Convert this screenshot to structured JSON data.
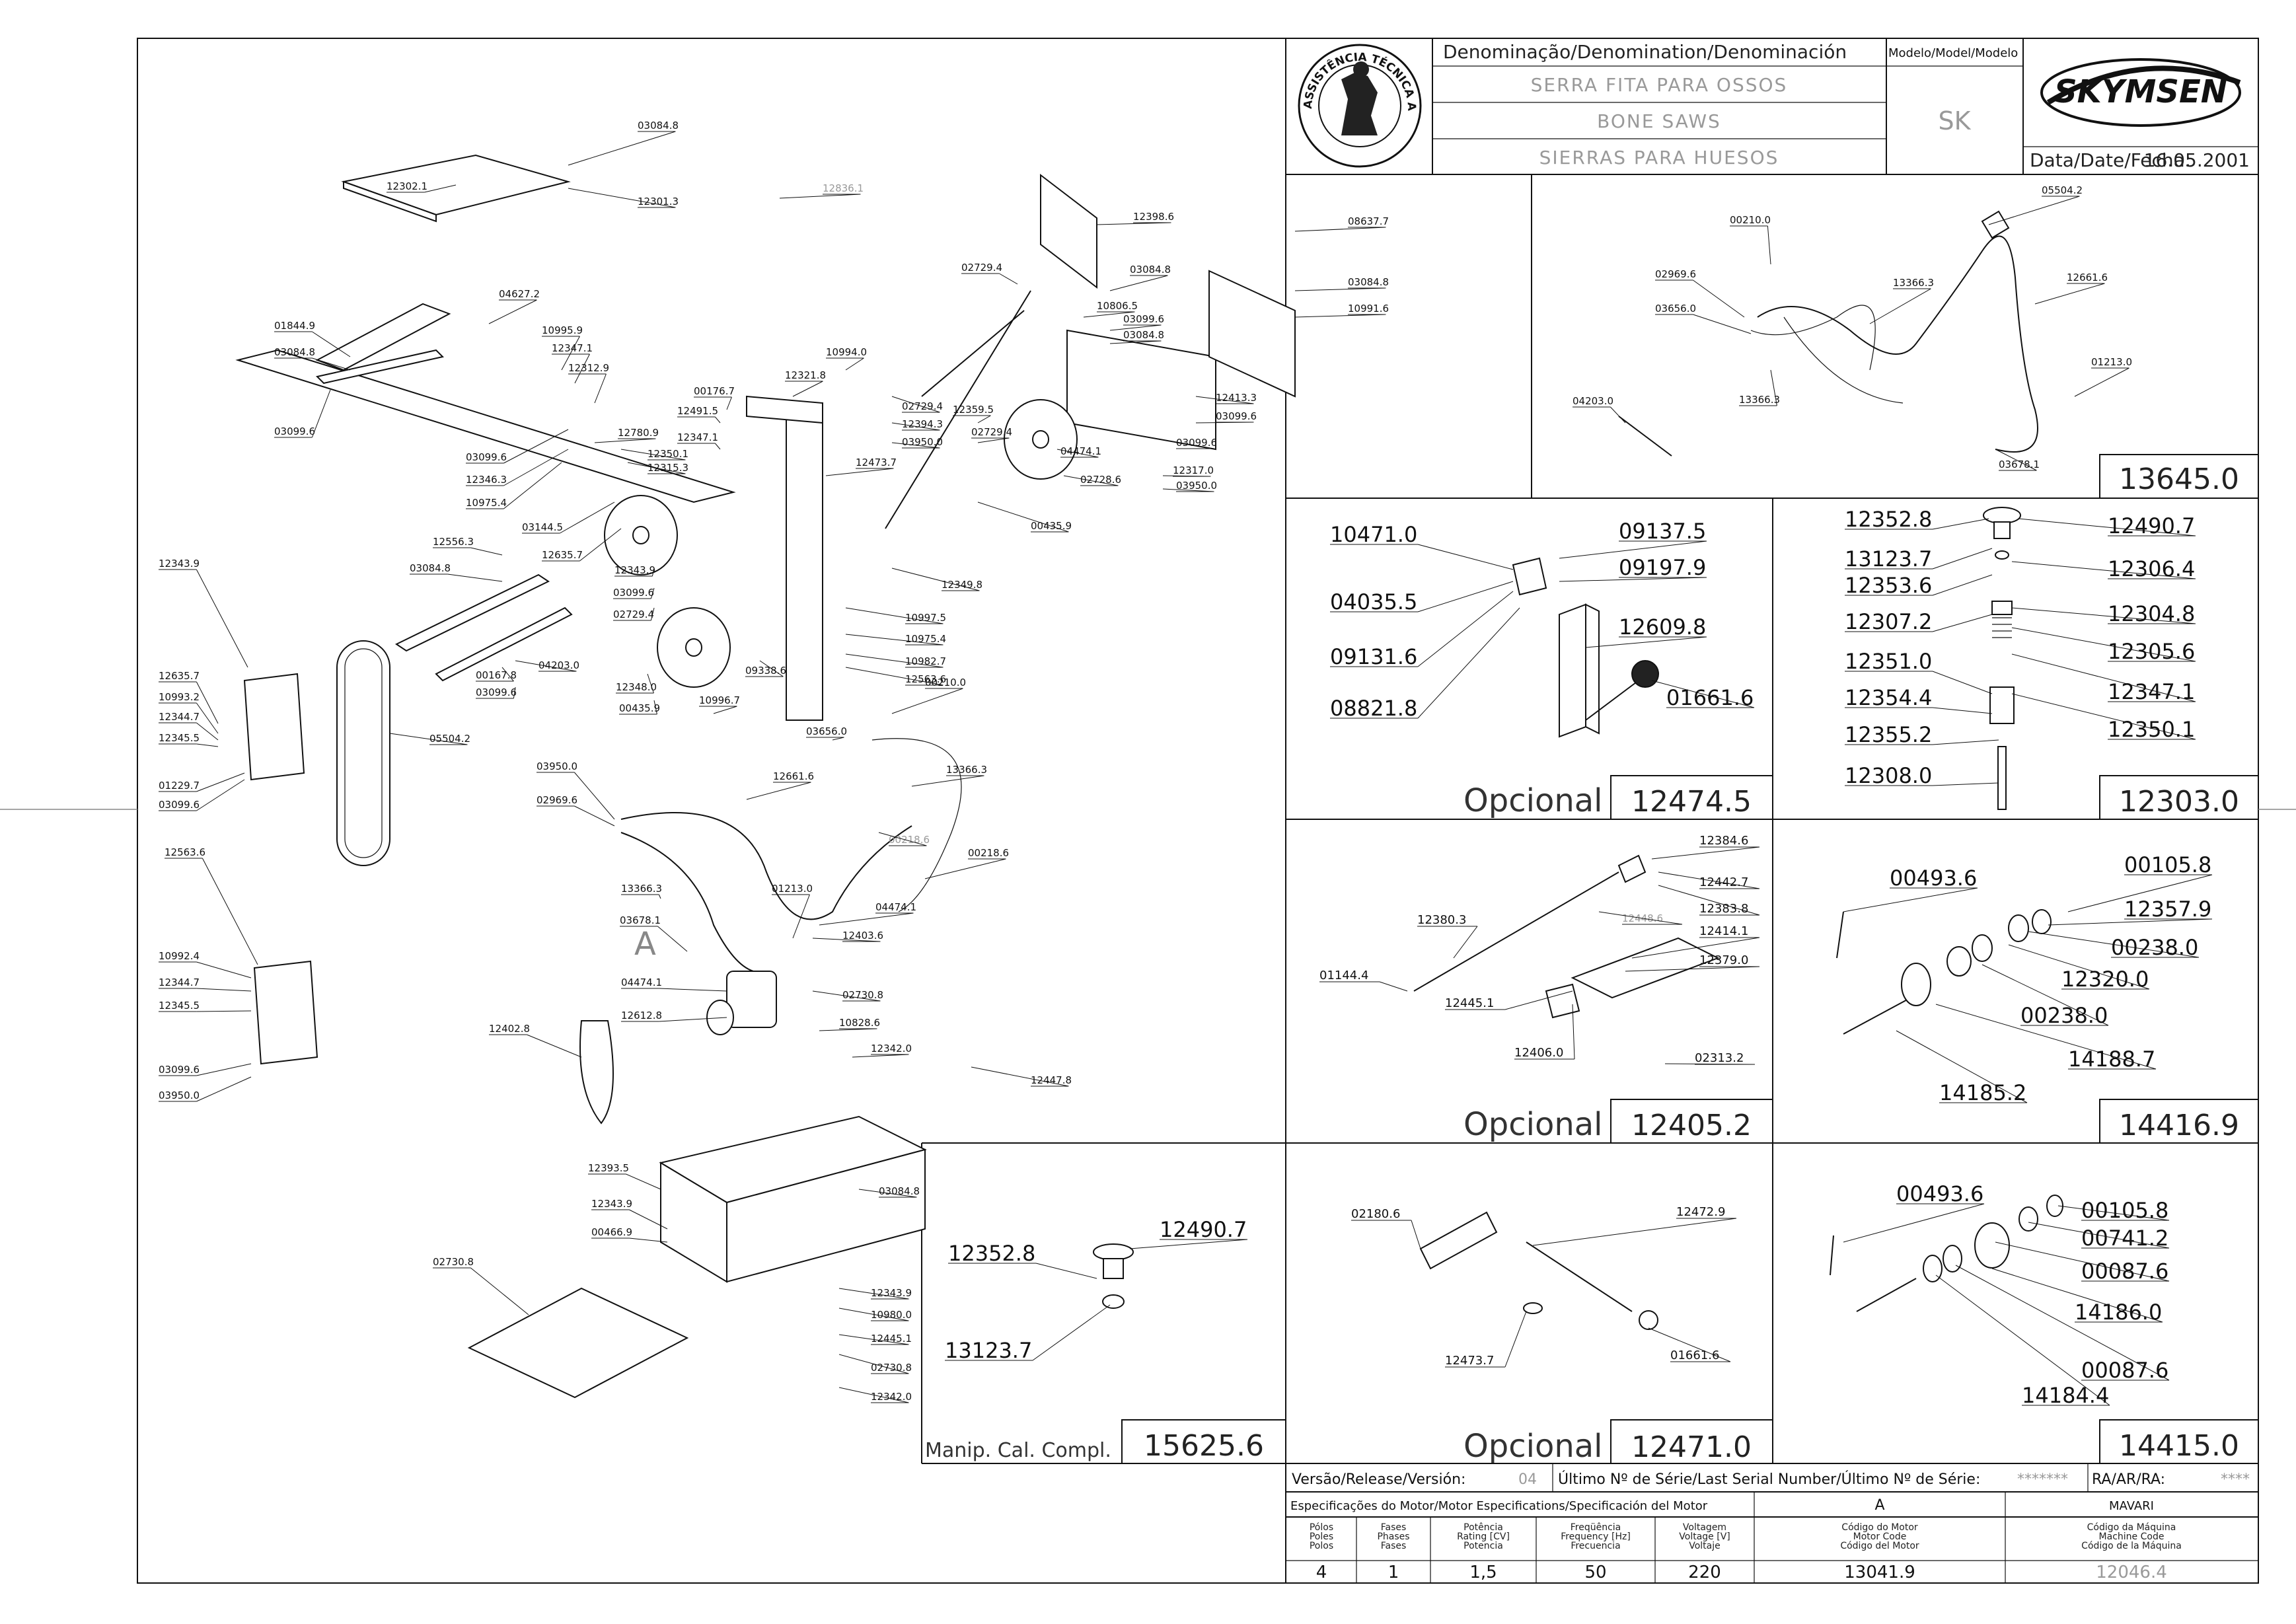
{
  "title_block": {
    "denomination_header": "Denominação/Denomination/Denominación",
    "model_header": "Modelo/Model/Modelo",
    "names": [
      "SERRA FITA PARA OSSOS",
      "BONE SAWS",
      "SIERRAS PARA HUESOS"
    ],
    "model": "SK",
    "date_label": "Data/Date/Fecha:",
    "date": "16.05.2001",
    "brand": "SKYMSEN",
    "seal_text": "ASSISTÊNCIA TÉCNICA AUTORIZADA"
  },
  "main_view": {
    "labels": [
      "03084.8",
      "12302.1",
      "12301.3",
      "12836.1",
      "12398.6",
      "08637.7",
      "03084.8",
      "10991.6",
      "02729.4",
      "03084.8",
      "10806.5",
      "03099.6",
      "03084.8",
      "12413.3",
      "03099.6",
      "03099.6",
      "04627.2",
      "10995.9",
      "12347.1",
      "12312.9",
      "01844.9",
      "03084.8",
      "03099.6",
      "10994.0",
      "12321.8",
      "00176.7",
      "12491.5",
      "12780.9",
      "12347.1",
      "02729.4",
      "12394.3",
      "03950.0",
      "12359.5",
      "02729.4",
      "04474.1",
      "02728.6",
      "12317.0",
      "03950.0",
      "03099.6",
      "12350.1",
      "12346.3",
      "12315.3",
      "12473.7",
      "10975.4",
      "03144.5",
      "12635.7",
      "00435.9",
      "12343.9",
      "03099.6",
      "02729.4",
      "12349.8",
      "12556.3",
      "03084.8",
      "10997.5",
      "10975.4",
      "10982.7",
      "12343.9",
      "12563.6",
      "09338.6",
      "12348.0",
      "00435.9",
      "12635.7",
      "10993.2",
      "12344.7",
      "12345.5",
      "00167.8",
      "04203.0",
      "03099.6",
      "10996.7",
      "00210.0",
      "05504.2",
      "01229.7",
      "03099.6",
      "03950.0",
      "02969.6",
      "12661.6",
      "13366.3",
      "03656.0",
      "00218.6",
      "00218.6",
      "01213.0",
      "13366.3",
      "03678.1",
      "12563.6",
      "04474.1",
      "12403.6",
      "02730.8",
      "10992.4",
      "12344.7",
      "12345.5",
      "04474.1",
      "12612.8",
      "10828.6",
      "12402.8",
      "12342.0",
      "03099.6",
      "03950.0",
      "12447.8",
      "12393.5",
      "03084.8",
      "12343.9",
      "00466.9",
      "12343.9",
      "02730.8",
      "10980.0",
      "12445.1",
      "02730.8",
      "12342.0"
    ],
    "callout_letter": "A"
  },
  "electrical_box": {
    "code": "13645.0",
    "labels": [
      "05504.2",
      "00210.0",
      "02969.6",
      "13366.3",
      "03656.0",
      "12661.6",
      "01213.0",
      "13366.3",
      "04203.0",
      "03678.1"
    ]
  },
  "option_12474": {
    "option_label": "Opcional",
    "code": "12474.5",
    "labels_left": [
      "10471.0",
      "04035.5",
      "09131.6",
      "08821.8"
    ],
    "labels_right": [
      "09137.5",
      "09197.9",
      "12609.8",
      "01661.6"
    ]
  },
  "assembly_12303": {
    "code": "12303.0",
    "labels_left": [
      "12352.8",
      "13123.7",
      "12353.6",
      "12307.2",
      "12351.0",
      "12354.4",
      "12355.2",
      "12308.0"
    ],
    "labels_right": [
      "12490.7",
      "12306.4",
      "12304.8",
      "12305.6",
      "12347.1",
      "12350.1"
    ]
  },
  "option_12405": {
    "option_label": "Opcional",
    "code": "12405.2",
    "labels": [
      "12384.6",
      "12442.7",
      "12383.8",
      "12448.6",
      "12380.3",
      "12414.1",
      "12379.0",
      "01144.4",
      "12445.1",
      "12406.0",
      "02313.2"
    ]
  },
  "assembly_14416": {
    "code": "14416.9",
    "labels": [
      "00493.6",
      "00105.8",
      "12357.9",
      "00238.0",
      "12320.0",
      "00238.0",
      "14188.7",
      "14185.2"
    ]
  },
  "manip": {
    "caption": "Manip. Cal. Compl.",
    "code": "15625.6",
    "labels": [
      "12352.8",
      "12490.7",
      "13123.7"
    ]
  },
  "option_12471": {
    "option_label": "Opcional",
    "code": "12471.0",
    "labels": [
      "02180.6",
      "12472.9",
      "12473.7",
      "01661.6"
    ]
  },
  "assembly_14415": {
    "code": "14415.0",
    "labels": [
      "00493.6",
      "00105.8",
      "00741.2",
      "00087.6",
      "14186.0",
      "00087.6",
      "14184.4"
    ]
  },
  "footer": {
    "version_label": "Versão/Release/Versión:",
    "version": "04",
    "serial_label": "Último Nº de Série/Last Serial Number/Último Nº de Série:",
    "serial": "*******",
    "ra_label": "RA/AR/RA:",
    "ra": "****",
    "motor_spec_label": "Especificações do Motor/Motor Especifications/Specificación del Motor",
    "col_a": "A",
    "col_mavari": "MAVARI",
    "columns": [
      {
        "head": [
          "Pólos",
          "Poles",
          "Polos"
        ],
        "value": "4"
      },
      {
        "head": [
          "Fases",
          "Phases",
          "Fases"
        ],
        "value": "1"
      },
      {
        "head": [
          "Potência",
          "Rating [CV]",
          "Potencia"
        ],
        "value": "1,5"
      },
      {
        "head": [
          "Freqüência",
          "Frequency [Hz]",
          "Frecuencia"
        ],
        "value": "50"
      },
      {
        "head": [
          "Voltagem",
          "Voltage [V]",
          "Voltaje"
        ],
        "value": "220"
      },
      {
        "head": [
          "Código do Motor",
          "Motor Code",
          "Código del Motor"
        ],
        "value": "13041.9"
      },
      {
        "head": [
          "Código da Máquina",
          "Machine Code",
          "Código de la Máquina"
        ],
        "value": "12046.4"
      }
    ]
  }
}
